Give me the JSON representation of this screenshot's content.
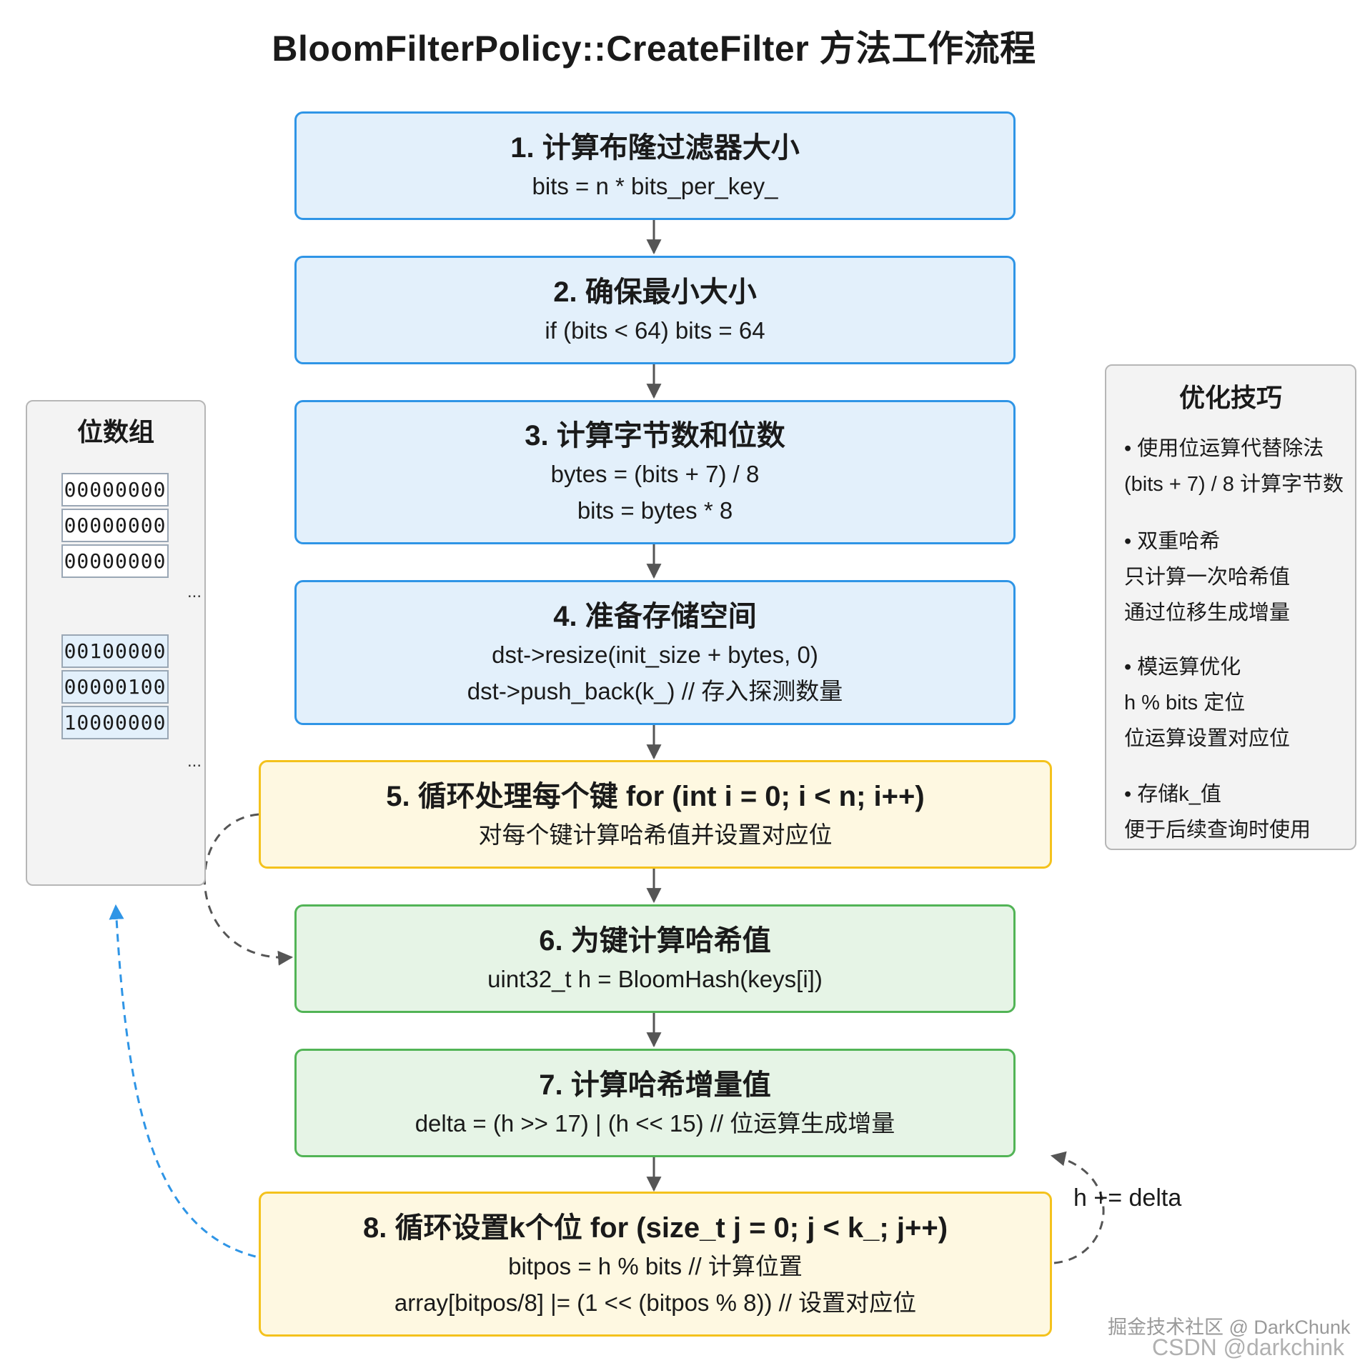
{
  "title": "BloomFilterPolicy::CreateFilter 方法工作流程",
  "steps": [
    {
      "heading": "1. 计算布隆过滤器大小",
      "lines": [
        "bits = n * bits_per_key_"
      ]
    },
    {
      "heading": "2. 确保最小大小",
      "lines": [
        "if (bits < 64) bits = 64"
      ]
    },
    {
      "heading": "3. 计算字节数和位数",
      "lines": [
        "bytes = (bits + 7) / 8",
        "bits = bytes * 8"
      ]
    },
    {
      "heading": "4. 准备存储空间",
      "lines": [
        "dst->resize(init_size + bytes, 0)",
        "dst->push_back(k_) // 存入探测数量"
      ]
    },
    {
      "heading": "5. 循环处理每个键 for (int i = 0; i < n; i++)",
      "lines": [
        "对每个键计算哈希值并设置对应位"
      ]
    },
    {
      "heading": "6. 为键计算哈希值",
      "lines": [
        "uint32_t h = BloomHash(keys[i])"
      ]
    },
    {
      "heading": "7. 计算哈希增量值",
      "lines": [
        "delta = (h >> 17) | (h << 15) // 位运算生成增量"
      ]
    },
    {
      "heading": "8. 循环设置k个位 for (size_t j = 0; j < k_; j++)",
      "lines": [
        "bitpos = h % bits // 计算位置",
        "array[bitpos/8] |= (1 << (bitpos % 8)) // 设置对应位"
      ]
    }
  ],
  "bit_array": {
    "title": "位数组",
    "cells_top": [
      "00000000",
      "00000000",
      "00000000"
    ],
    "cells_bottom": [
      "00100000",
      "00000100",
      "10000000"
    ],
    "ellipsis": "..."
  },
  "tips": {
    "title": "优化技巧",
    "lines": [
      "• 使用位运算代替除法",
      "(bits + 7) / 8 计算字节数",
      "• 双重哈希",
      "只计算一次哈希值",
      "通过位移生成增量",
      "• 模运算优化",
      "h % bits 定位",
      "位运算设置对应位",
      "• 存储k_值",
      "便于后续查询时使用"
    ]
  },
  "loop_label": "h += delta",
  "watermarks": [
    "掘金技术社区 @ DarkChunk",
    "CSDN @darkchink"
  ],
  "colors": {
    "blue_fill": "#e3f0fb",
    "blue_border": "#2f95e6",
    "yellow_fill": "#fef8e1",
    "yellow_border": "#f4c21c",
    "green_fill": "#e6f4e6",
    "green_border": "#52b456",
    "arrow": "#555555",
    "dashed_blue": "#2f95e6"
  }
}
